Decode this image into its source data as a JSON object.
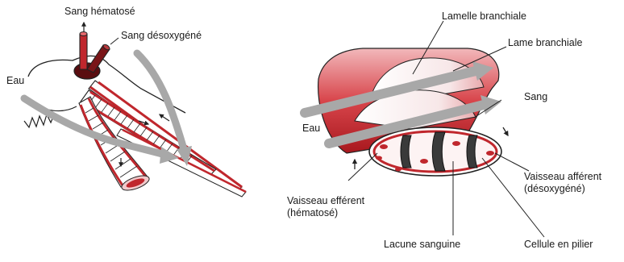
{
  "left_diagram": {
    "labels": {
      "oxygenated_blood": "Sang hématosé",
      "deoxygenated_blood": "Sang désoxygéné",
      "water": "Eau"
    }
  },
  "right_diagram": {
    "labels": {
      "branchial_lamella": "Lamelle branchiale",
      "branchial_blade": "Lame branchiale",
      "blood": "Sang",
      "water": "Eau",
      "efferent_vessel_line1": "Vaisseau efférent",
      "efferent_vessel_line2": "(hématosé)",
      "afferent_vessel_line1": "Vaisseau afférent",
      "afferent_vessel_line2": "(désoxygéné)",
      "blood_lacuna": "Lacune sanguine",
      "pillar_cell": "Cellule en pilier"
    }
  },
  "colors": {
    "blood_red": "#c0272d",
    "dark_red": "#6e1012",
    "pink": "#e8a4a8",
    "water_arrow": "#a8a8a8",
    "outline": "#222222"
  }
}
